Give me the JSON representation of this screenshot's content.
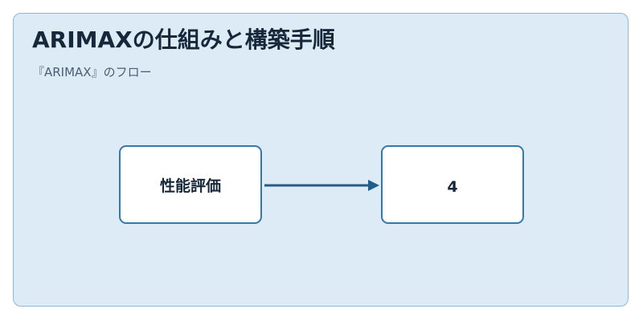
{
  "diagram": {
    "title": "ARIMAXの仕組みと構築手順",
    "subtitle": "『ARIMAX』のフロー",
    "nodes": [
      {
        "id": "a",
        "label": "性能評価"
      },
      {
        "id": "b",
        "label": "4"
      }
    ],
    "edges": [
      {
        "from": "a",
        "to": "b"
      }
    ],
    "colors": {
      "background": "#ddebf6",
      "frame_border": "#8fb8d8",
      "node_border": "#3479aa",
      "node_fill": "#ffffff",
      "arrow": "#1f5d8c",
      "title_text": "#16283a",
      "subtitle_text": "#4a5e72"
    }
  }
}
